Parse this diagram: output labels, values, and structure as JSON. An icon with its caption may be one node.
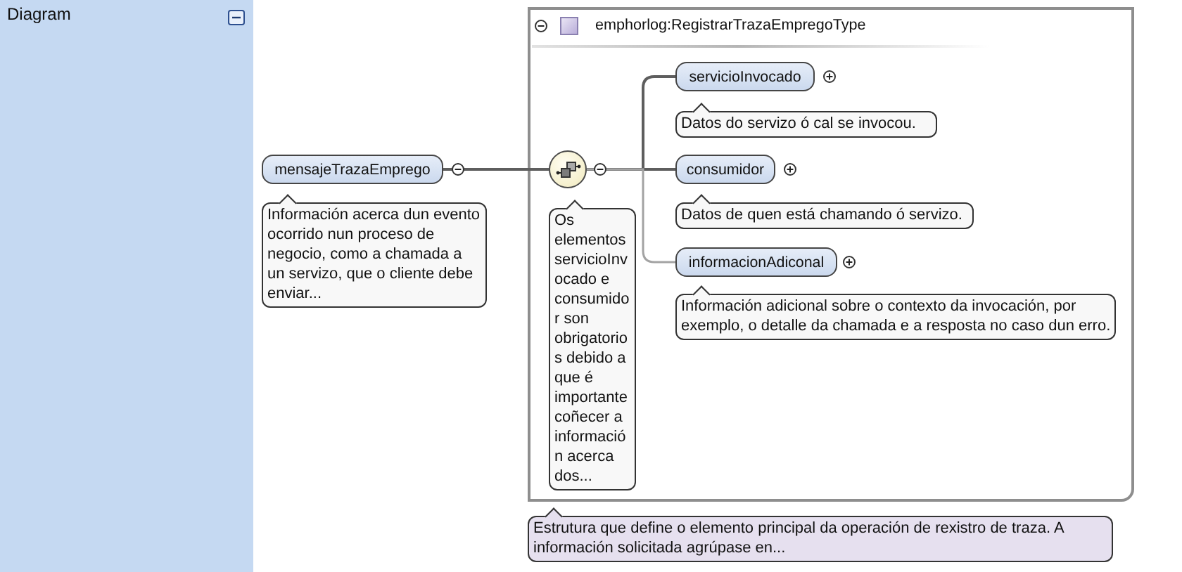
{
  "diagram": {
    "nodes": [
      {
        "text": [
          "Diagram"
        ]
      },
      {
        "text": [
          "mensajeTrazaEmprego"
        ]
      },
      {
        "text": [
          "Información acerca dun evento ocorrido nun proceso de negocio, como a chamada a un servizo, que o cliente debe enviar..."
        ]
      },
      {
        "text": [
          "emphorlog:RegistrarTrazaEmpregoType"
        ]
      },
      {
        "text": [],
        "shape": "circle",
        "in": 3
      },
      {
        "text": [
          "Os elementos servicioInvocado e consumidor son obrigatorios debido a que é importante coñecer a información acerca dos..."
        ],
        "in": 3
      },
      {
        "text": [
          "servicioInvocado"
        ],
        "in": 3
      },
      {
        "text": [
          "Datos do servizo ó cal se invocou."
        ],
        "in": 3
      },
      {
        "text": [
          "consumidor"
        ],
        "in": 3
      },
      {
        "text": [
          "Datos de quen está chamando ó servizo."
        ],
        "in": 3
      },
      {
        "text": [
          "informacionAdiconal"
        ],
        "in": 3
      },
      {
        "text": [
          "Información adicional sobre o contexto da invocación, por exemplo, o detalle da chamada e a resposta no caso dun erro."
        ],
        "in": 3
      },
      {
        "text": [
          "Estrutura que define o elemento principal da operación de rexistro de traza. A información solicitada agrúpase en..."
        ]
      }
    ],
    "edges": [
      {
        "from": 1,
        "to": 4,
        "arrow": "none"
      },
      {
        "from": 4,
        "to": 6,
        "arrow": "none"
      },
      {
        "from": 4,
        "to": 8,
        "arrow": "none"
      },
      {
        "from": 4,
        "to": 10,
        "arrow": "none",
        "color": "#a3a3a3"
      }
    ]
  }
}
